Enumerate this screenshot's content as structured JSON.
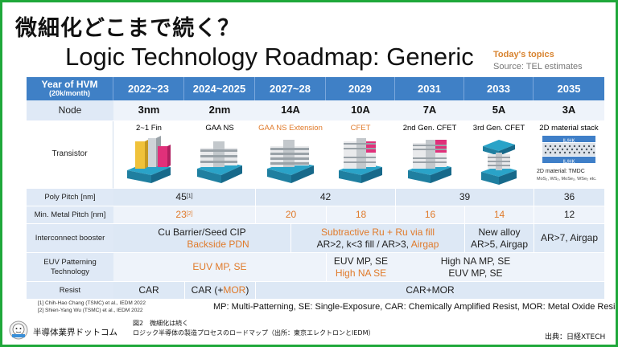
{
  "headline": "微細化どこまで続く？",
  "title": "Logic Technology Roadmap: Generic",
  "topics": "Today's topics",
  "source": "Source: TEL estimates",
  "header": {
    "label_line1": "Year of HVM",
    "label_line2": "(20k/month)",
    "years": [
      "2022~23",
      "2024~2025",
      "2027~28",
      "2029",
      "2031",
      "2033",
      "2035"
    ]
  },
  "rows": {
    "node": {
      "label": "Node",
      "values": [
        "3nm",
        "2nm",
        "14A",
        "10A",
        "7A",
        "5A",
        "3A"
      ]
    },
    "transistor": {
      "label": "Transistor",
      "values": [
        "2~1 Fin",
        "GAA NS",
        "GAA NS Extension",
        "CFET",
        "2nd Gen. CFET",
        "3rd Gen. CFET",
        "2D material stack"
      ],
      "material_caption_1": "2D material: TMDC",
      "material_caption_2": "MoS₂, WS₂, MoSe₂, WSe₂ etc.",
      "hk_label": "IL/HK"
    },
    "poly_pitch": {
      "label": "Poly Pitch [nm]",
      "v1": "45",
      "ref1": "[1]",
      "v2": "42",
      "v3": "39",
      "v4": "36"
    },
    "metal_pitch": {
      "label": "Min. Metal Pitch [nm]",
      "v1": "23",
      "ref1": "[2]",
      "v2": "20",
      "v3": "18",
      "v4": "16",
      "v5": "14",
      "v6": "12"
    },
    "interconnect": {
      "label": "Interconnect booster",
      "a_line1": "Cu Barrier/Seed CIP",
      "a_line2": "Backside PDN",
      "b_line1": "Subtractive Ru + Ru via fill",
      "b_line2a": "AR>2, k<3 fill / AR>3, ",
      "b_line2b": "Airgap",
      "c_line1": "New alloy",
      "c_line2": "AR>5, Airgap",
      "d_line1": "AR>7, Airgap"
    },
    "euv": {
      "label_line1": "EUV Patterning",
      "label_line2": "Technology",
      "a": "EUV MP, SE",
      "b_line1": "EUV MP, SE",
      "b_line2": "High NA SE",
      "c_line1": "High NA MP, SE",
      "c_line2": "EUV MP, SE"
    },
    "resist": {
      "label": "Resist",
      "a": "CAR",
      "b_pre": "CAR (+",
      "b_mid": "MOR",
      "b_post": ")",
      "c": "CAR+MOR"
    }
  },
  "refs": [
    "[1] Chih-Hao Chang (TSMC) et al., IEDM 2022",
    "[2] Shien-Yang Wu (TSMC) et al., IEDM 2022"
  ],
  "footnote": "MP: Multi-Patterning, SE: Single-Exposure, CAR: Chemically Amplified Resist, MOR: Metal Oxide Resist",
  "brand": "半導体業界ドットコム",
  "figure_caption_1": "図2　微細化は続く",
  "figure_caption_2": "ロジック半導体の製造プロセスのロードマップ（出所：東京エレクトロンとIEDM）",
  "credit": "出典：日経XTECH",
  "colors": {
    "frame": "#1fa83a",
    "header": "#3f80c6",
    "orange": "#e07a2a",
    "row_light": "#eef3fa",
    "row_dark": "#dde8f5"
  }
}
